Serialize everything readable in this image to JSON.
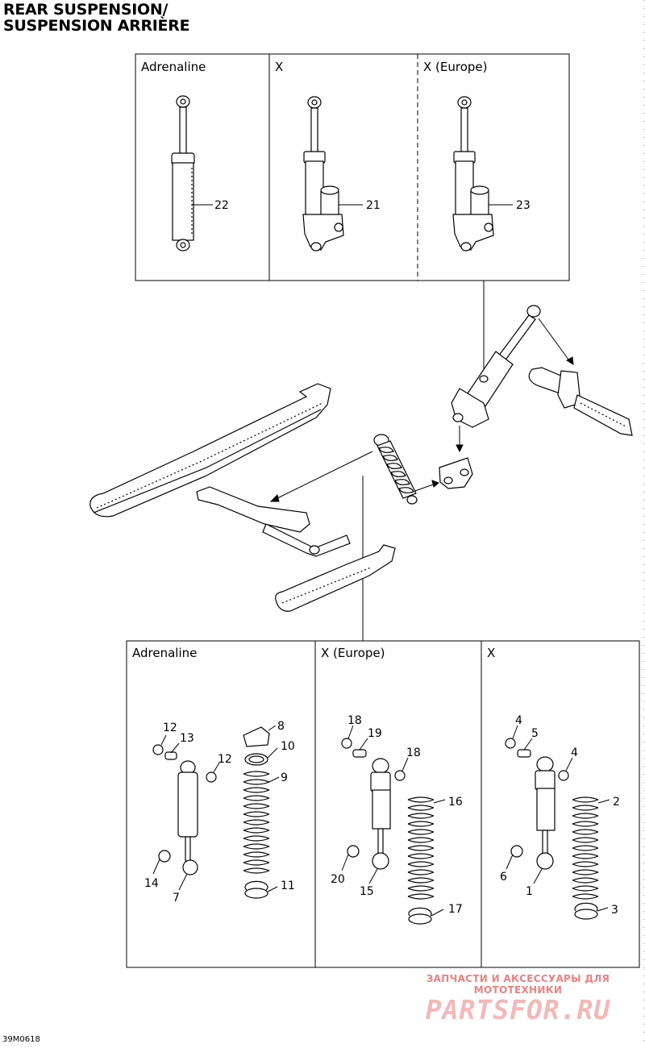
{
  "title": {
    "line1": "REAR SUSPENSION/",
    "line2": "SUSPENSION ARRIÈRE"
  },
  "top_panels": [
    {
      "label": "Adrenaline",
      "part": "22"
    },
    {
      "label": "X",
      "part": "21"
    },
    {
      "label": "X (Europe)",
      "part": "23"
    }
  ],
  "bottom_panels": [
    {
      "label": "Adrenaline"
    },
    {
      "label": "X (Europe)"
    },
    {
      "label": "X"
    }
  ],
  "callouts": {
    "adrenaline": [
      "12",
      "13",
      "12",
      "8",
      "10",
      "9",
      "14",
      "7",
      "11"
    ],
    "x_europe": [
      "18",
      "19",
      "18",
      "16",
      "20",
      "15",
      "17"
    ],
    "x": [
      "4",
      "5",
      "4",
      "2",
      "6",
      "1",
      "3"
    ]
  },
  "watermark": {
    "top_text": "ЗАПЧАСТИ И АКСЕССУАРЫ ДЛЯ МОТОТЕХНИКИ",
    "main_text": "PARTSFOR.RU"
  },
  "diagram_code": "39M0618"
}
